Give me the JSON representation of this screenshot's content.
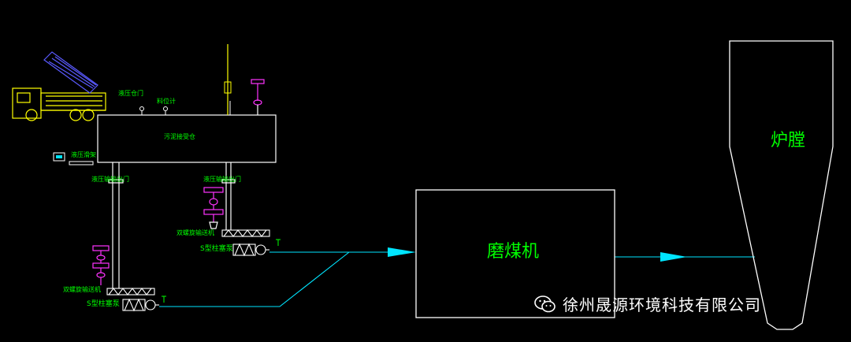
{
  "labels": {
    "hydraulic_gate": "液压仓门",
    "level_meter": "料位计",
    "sludge_bin": "污泥接受仓",
    "hydraulic_slide": "液压滑架",
    "hyd_out_gate_left": "液压输输出门",
    "hyd_out_gate_right": "液压输输出门",
    "twin_screw_conv_right": "双螺旋输送机",
    "sc_pump_right": "S型柱塞泵",
    "twin_screw_conv_left": "双螺旋输送机",
    "sc_pump_left": "S型柱塞泵",
    "coal_mill": "磨煤机",
    "furnace": "炉膛"
  },
  "watermark": {
    "text": "徐州晟源环境科技有限公司",
    "icon": "wechat-icon"
  },
  "colors": {
    "background": "#000000",
    "lines": "#ffffff",
    "flow": "#00e5ff",
    "text": "#00ff00",
    "device": "#ff33ff",
    "truck": "#ffff00",
    "truck_bed": "#5a5aff"
  }
}
